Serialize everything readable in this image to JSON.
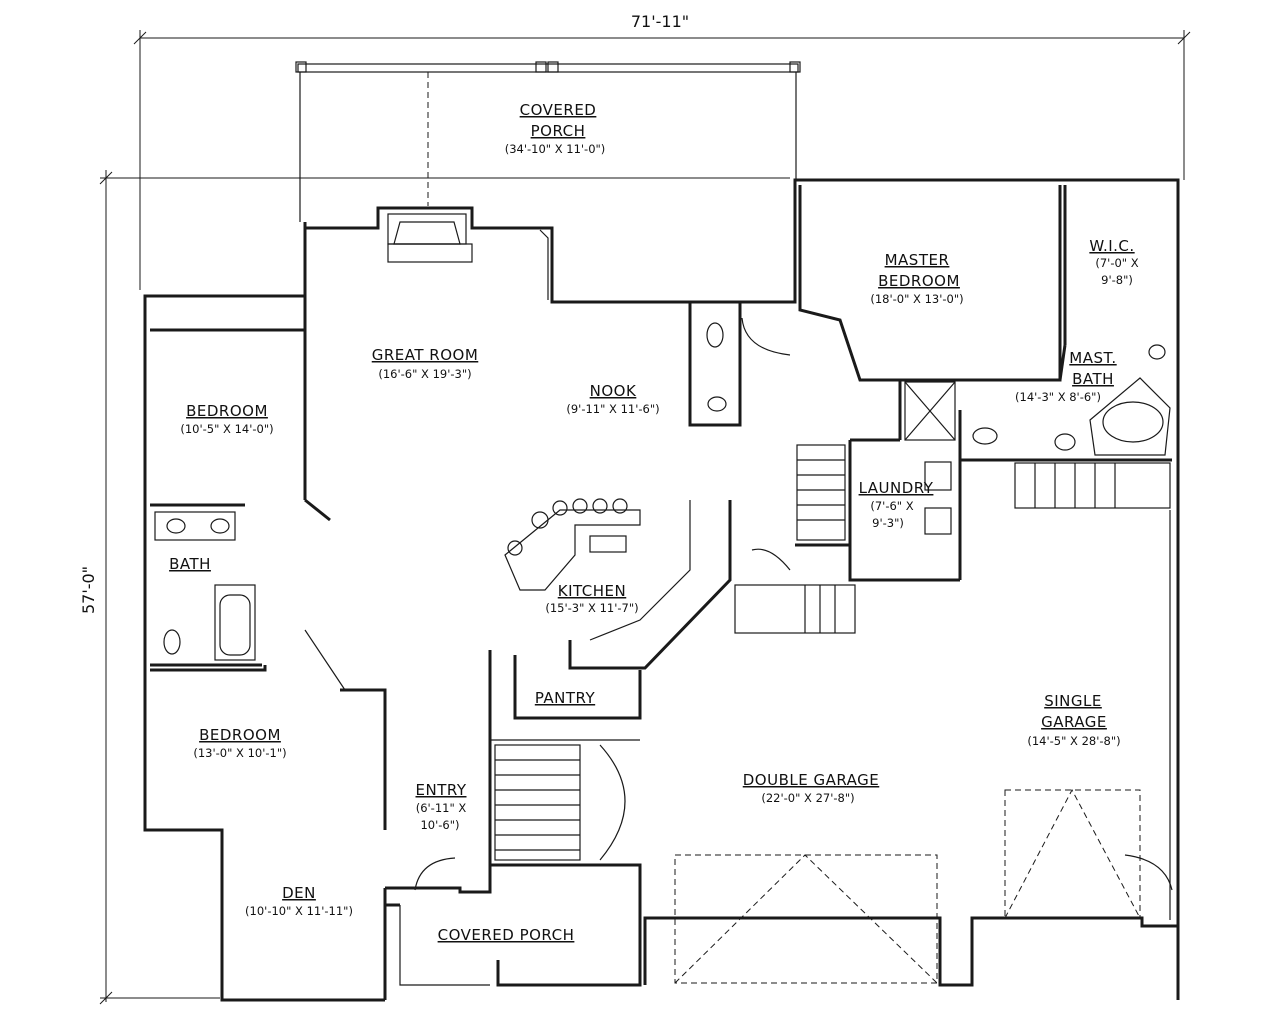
{
  "dimensions": {
    "overall_width": "71'-11\"",
    "overall_depth": "57'-0\""
  },
  "rooms": {
    "covered_porch_rear": {
      "name_line1": "COVERED",
      "name_line2": "PORCH",
      "size": "(34'-10\" X 11'-0\")"
    },
    "master_bedroom": {
      "name_line1": "MASTER",
      "name_line2": "BEDROOM",
      "size": "(18'-0\" X 13'-0\")"
    },
    "wic": {
      "name": "W.I.C.",
      "size_line1": "(7'-0\" X",
      "size_line2": "9'-8\")"
    },
    "mast_bath": {
      "name_line1": "MAST.",
      "name_line2": "BATH",
      "size": "(14'-3\" X 8'-6\")"
    },
    "great_room": {
      "name": "GREAT ROOM",
      "size": "(16'-6\" X 19'-3\")"
    },
    "nook": {
      "name": "NOOK",
      "size": "(9'-11\" X 11'-6\")"
    },
    "bedroom_1": {
      "name": "BEDROOM",
      "size": "(10'-5\" X 14'-0\")"
    },
    "bath": {
      "name": "BATH"
    },
    "laundry": {
      "name": "LAUNDRY",
      "size_line1": "(7'-6\" X",
      "size_line2": "9'-3\")"
    },
    "kitchen": {
      "name": "KITCHEN",
      "size": "(15'-3\" X 11'-7\")"
    },
    "pantry": {
      "name": "PANTRY"
    },
    "single_garage": {
      "name_line1": "SINGLE",
      "name_line2": "GARAGE",
      "size": "(14'-5\" X 28'-8\")"
    },
    "bedroom_2": {
      "name": "BEDROOM",
      "size": "(13'-0\" X 10'-1\")"
    },
    "entry": {
      "name": "ENTRY",
      "size_line1": "(6'-11\" X",
      "size_line2": "10'-6\")"
    },
    "double_garage": {
      "name": "DOUBLE GARAGE",
      "size": "(22'-0\" X 27'-8\")"
    },
    "den": {
      "name": "DEN",
      "size": "(10'-10\" X 11'-11\")"
    },
    "covered_porch_front": {
      "name": "COVERED PORCH"
    }
  }
}
